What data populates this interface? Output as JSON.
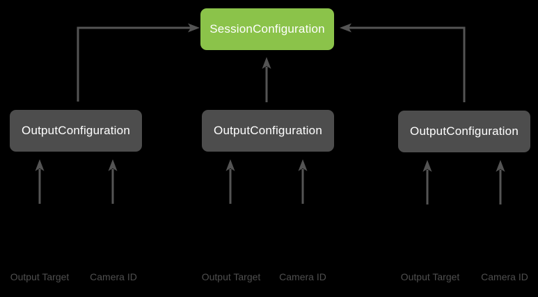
{
  "diagram": {
    "session_node": {
      "label": "SessionConfiguration"
    },
    "output_nodes": [
      {
        "label": "OutputConfiguration"
      },
      {
        "label": "OutputConfiguration"
      },
      {
        "label": "OutputConfiguration"
      }
    ],
    "input_groups": [
      {
        "output_target_label": "Output Target",
        "camera_id_label": "Camera ID"
      },
      {
        "output_target_label": "Output Target",
        "camera_id_label": "Camera ID"
      },
      {
        "output_target_label": "Output Target",
        "camera_id_label": "Camera ID"
      }
    ],
    "colors": {
      "background": "#000000",
      "session_node_fill": "#8BC34A",
      "output_node_fill": "#4D4D4D",
      "node_text": "#FFFFFF",
      "arrow": "#545454",
      "input_label_text": "#4F4F4F"
    }
  }
}
